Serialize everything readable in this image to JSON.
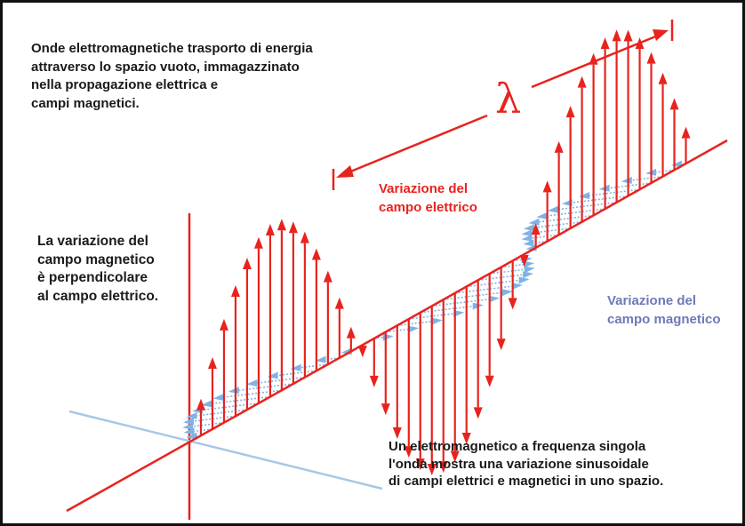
{
  "intro": {
    "lines": [
      "Onde elettromagnetiche trasporto di energia",
      "attraverso lo spazio vuoto, immagazzinato",
      "nella propagazione elettrica e",
      "campi magnetici."
    ]
  },
  "magnetic_note": {
    "lines": [
      "La variazione del",
      "campo magnetico",
      "è perpendicolare",
      "al campo elettrico."
    ]
  },
  "electric_label": {
    "lines": [
      "Variazione del",
      "campo elettrico"
    ]
  },
  "magnetic_label": {
    "lines": [
      "Variazione del",
      "campo magnetico"
    ]
  },
  "bottom_note": {
    "lines": [
      "Un elettromagnetico a frequenza singola",
      "l'onda mostra una variazione sinusoidale",
      "di campi elettrici e magnetici in uno spazio."
    ]
  },
  "wavelength_symbol": "λ",
  "colors": {
    "electric": "#e8231e",
    "magnetic": "#7fb3e6",
    "magnetic_label": "#6f79b8",
    "axis_vertical": "#e8231e",
    "axis_blue": "#a8c6e6",
    "text": "#1a1a1a",
    "border": "#111111"
  }
}
